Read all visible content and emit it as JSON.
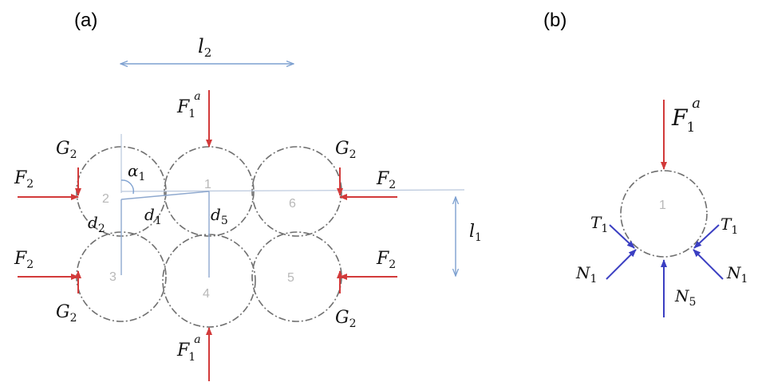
{
  "panels": {
    "a": {
      "label": "(a)"
    },
    "b": {
      "label": "(b)"
    }
  },
  "symbols": {
    "F": "F",
    "G": "G",
    "T": "T",
    "N": "N",
    "l": "l",
    "d": "d",
    "alpha": "α",
    "sup_a": "a",
    "sub_1": "1",
    "sub_2": "2",
    "sub_5": "5"
  },
  "circle_numbers": {
    "c1": "1",
    "c2": "2",
    "c3": "3",
    "c4": "4",
    "c5": "5",
    "c6": "6",
    "b1": "1"
  },
  "colors": {
    "force_red": "#d23a3a",
    "force_blue": "#3b3fc2",
    "dimension_blue": "#7da0d0",
    "circle_gray": "#6f6f6f"
  }
}
